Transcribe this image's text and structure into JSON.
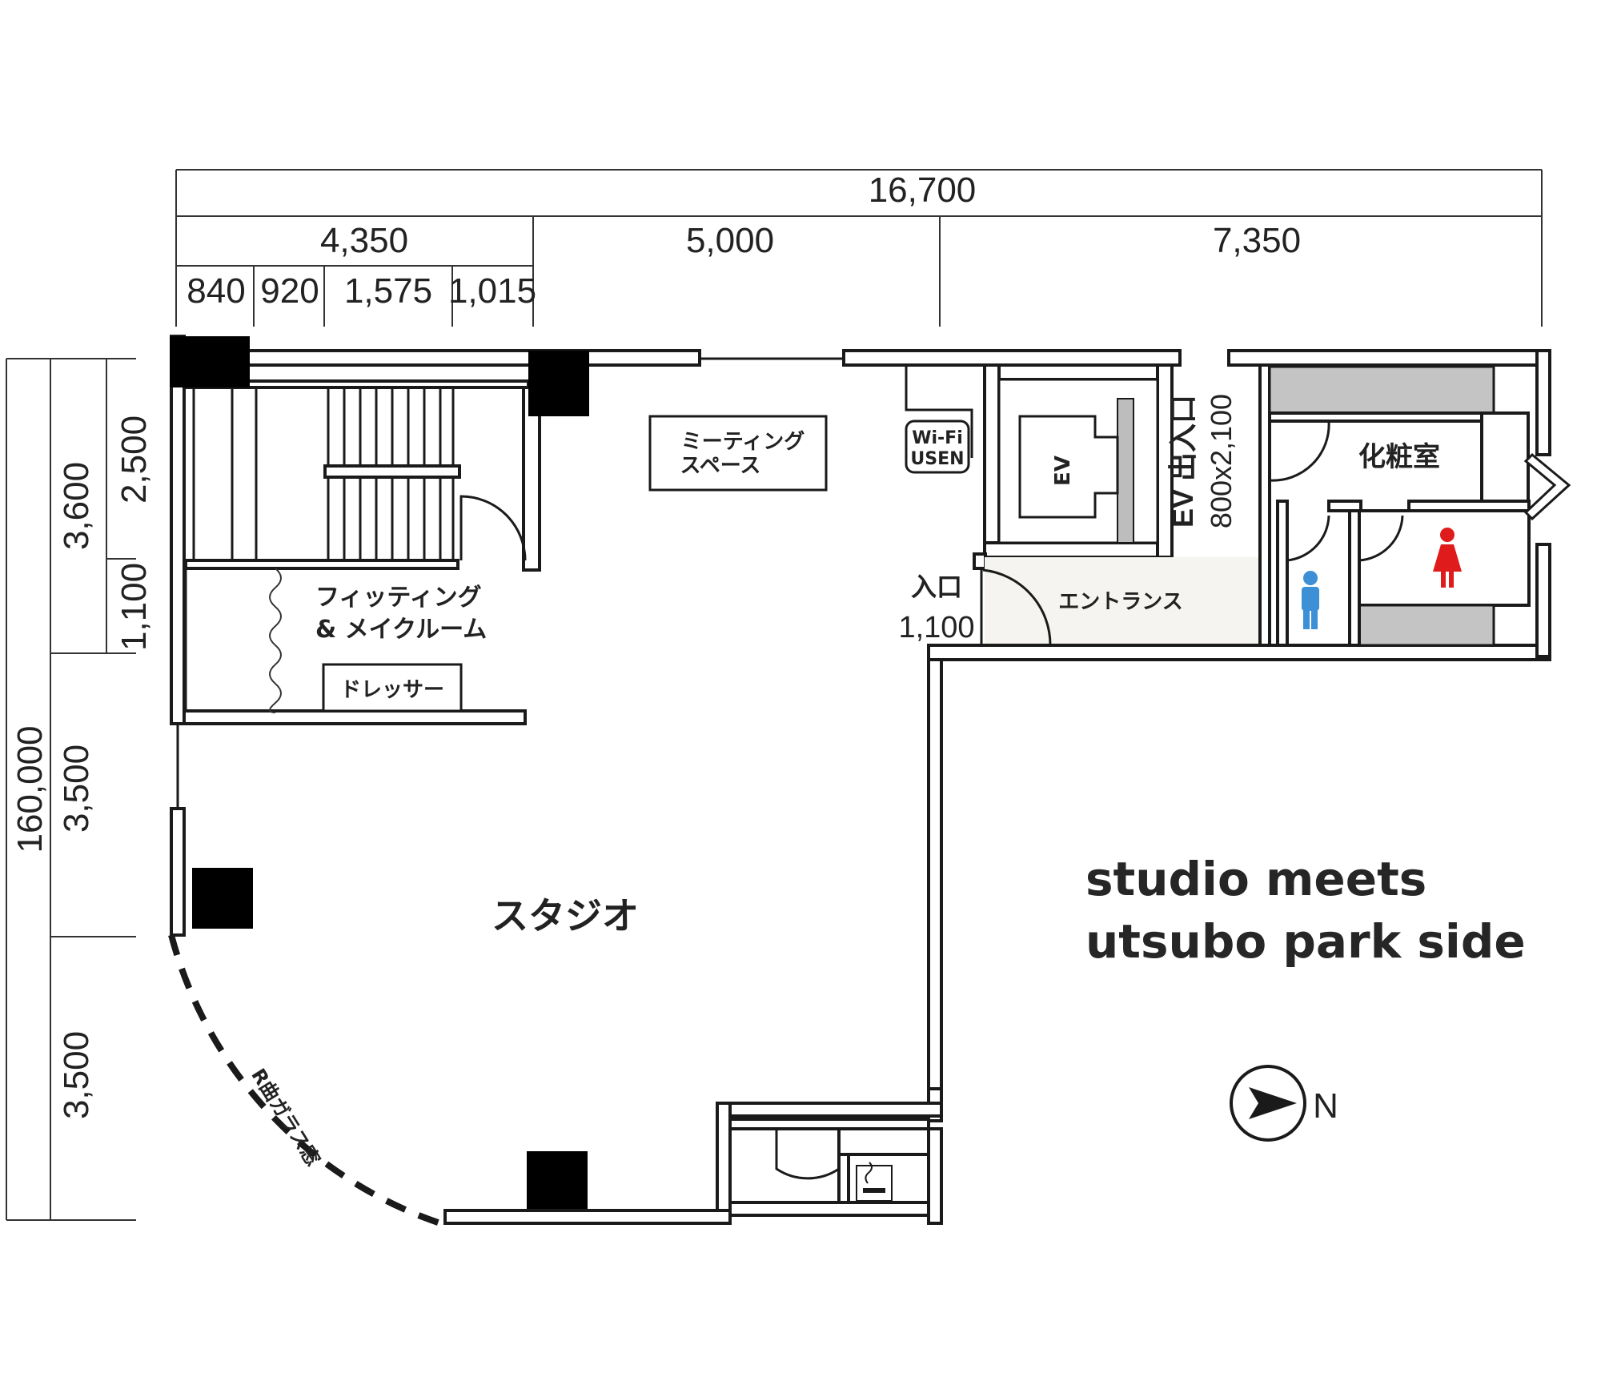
{
  "dimensions": {
    "total_width": "16,700",
    "top_segments": [
      "4,350",
      "5,000",
      "7,350"
    ],
    "sub_segments": [
      "840",
      "920",
      "1,575",
      "1,015"
    ],
    "total_height": "160,000",
    "left_segments": [
      "3,600",
      "3,500",
      "3,500"
    ],
    "left_sub_segments": [
      "2,500",
      "1,100"
    ]
  },
  "rooms": {
    "meeting": [
      "ミーティング",
      "スペース"
    ],
    "wifi": [
      "Wi-Fi",
      "USEN"
    ],
    "ev": "EV",
    "ev_door": [
      "EV 出入口",
      "800x2,100"
    ],
    "makeup": "化粧室",
    "entrance_label": [
      "入口",
      "1,100"
    ],
    "entrance": "エントランス",
    "fitting": [
      "フィッティング",
      "& メイクルーム"
    ],
    "dresser": "ドレッサー",
    "studio": "スタジオ",
    "curve_wall": "R曲ガラス窓"
  },
  "brand": {
    "line1": "studio meets",
    "line2": "utsubo park side"
  },
  "compass": {
    "label": "N"
  },
  "colors": {
    "male_icon": "#3d8fd6",
    "female_icon": "#e01b1b",
    "entrance_fill": "#f6f4f0",
    "gray_strip": "#c4c4c4"
  }
}
